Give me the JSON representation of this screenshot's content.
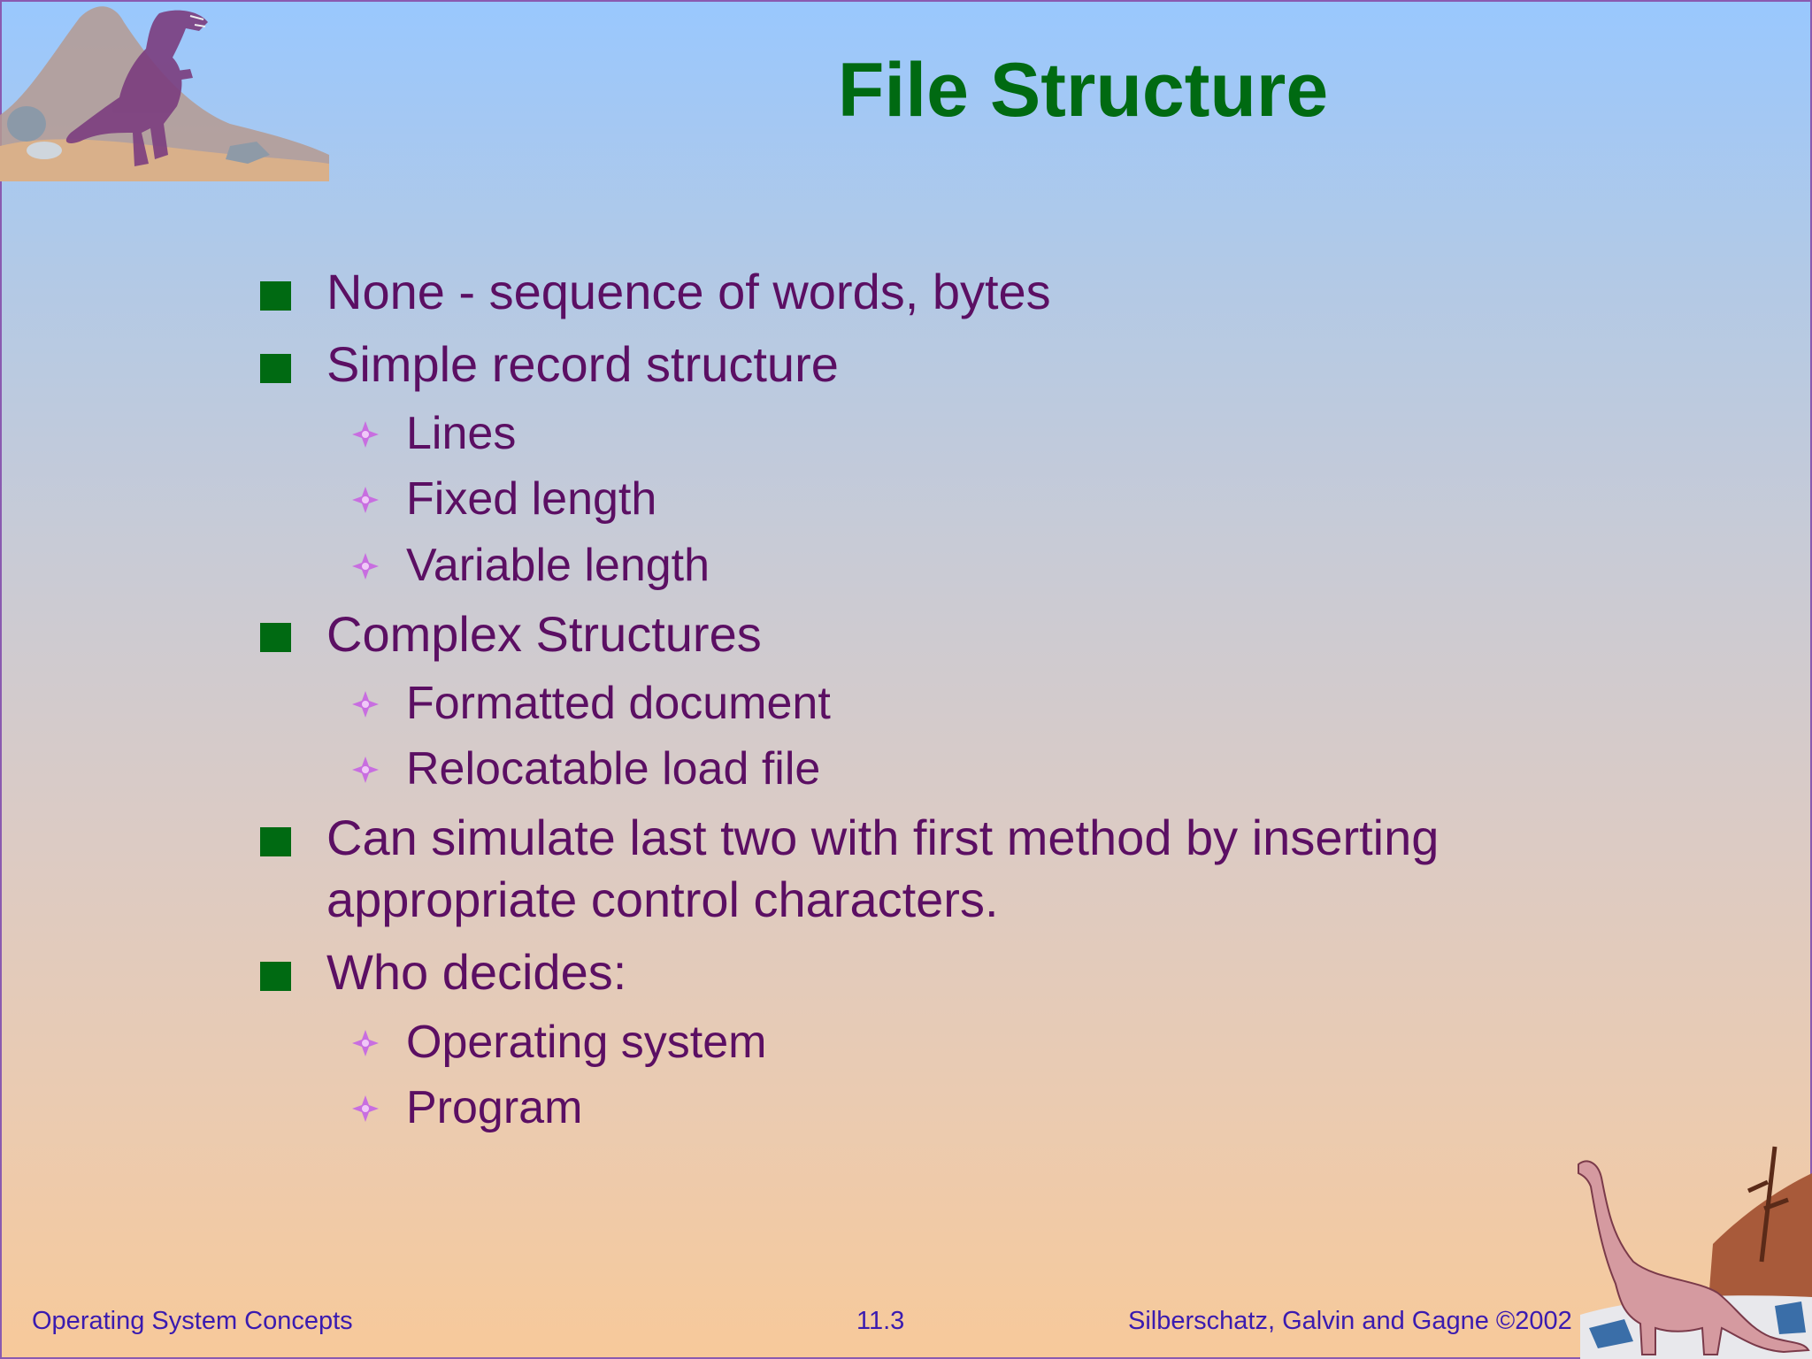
{
  "slide": {
    "title": "File Structure",
    "items": [
      {
        "text": "None - sequence of words, bytes",
        "sub": []
      },
      {
        "text": "Simple record structure",
        "sub": [
          "Lines",
          "Fixed length",
          "Variable length"
        ]
      },
      {
        "text": "Complex Structures",
        "sub": [
          "Formatted document",
          "Relocatable load file"
        ]
      },
      {
        "text_line1": "Can simulate last two with first method by inserting",
        "text_line2": "appropriate control characters.",
        "sub": []
      },
      {
        "text": "Who decides:",
        "sub": [
          "Operating system",
          "Program"
        ]
      }
    ]
  },
  "footer": {
    "left": "Operating System Concepts",
    "center": "11.3",
    "right": "Silberschatz, Galvin and  Gagne ©2002"
  },
  "colors": {
    "title": "#006a12",
    "body_text": "#5b0f63",
    "level1_bullet": "#006a12",
    "level2_bullet": "#c86ee0",
    "footer_text": "#3a1bb0"
  },
  "icons": {
    "level1_bullet": "square-bullet-icon",
    "level2_bullet": "four-point-star-bullet-icon",
    "top_left_clipart": "tyrannosaurus-clipart",
    "bottom_right_clipart": "brontosaurus-clipart"
  }
}
